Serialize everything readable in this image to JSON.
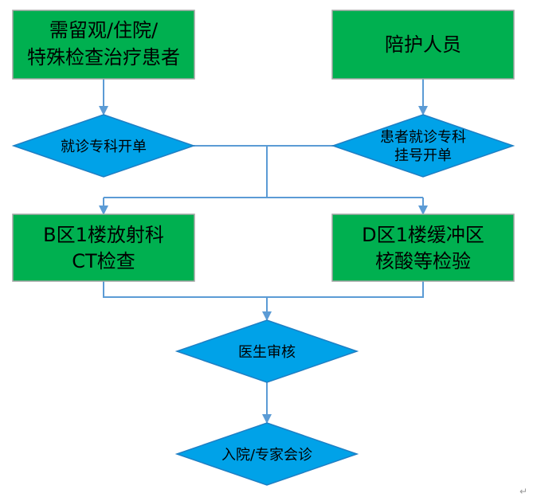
{
  "colors": {
    "box_fill": "#00B050",
    "box_border": "#A6A6A6",
    "diamond_fill": "#00A2E8",
    "diamond_border": "#1F7FC4",
    "connector": "#5B9BD5"
  },
  "nodes": {
    "box_observation": {
      "line1": "需留观/住院/",
      "line2": "特殊检查治疗患者"
    },
    "box_companion": {
      "line1": "陪护人员"
    },
    "diamond_specialist_order": {
      "line1": "就诊专科开单"
    },
    "diamond_register": {
      "line1": "患者就诊专科",
      "line2": "挂号开单"
    },
    "box_ct": {
      "line1": "B区1楼放射科",
      "line2": "CT检查"
    },
    "box_nucleic": {
      "line1": "D区1楼缓冲区",
      "line2": "核酸等检验"
    },
    "diamond_review": {
      "line1": "医生审核"
    },
    "diamond_admit": {
      "line1": "入院/专家会诊"
    }
  },
  "footer": {
    "paragraph_mark": "↵"
  }
}
